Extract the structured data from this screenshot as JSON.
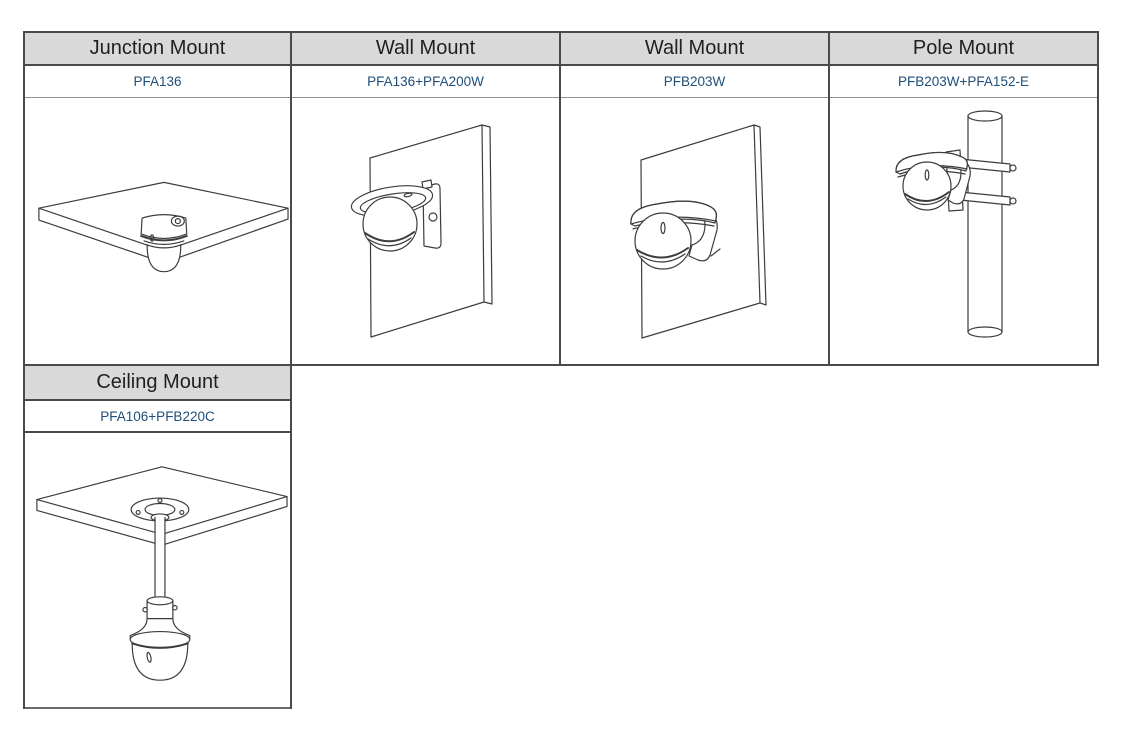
{
  "page": {
    "background": "#ffffff"
  },
  "table": {
    "header_bg": "#d9d9d9",
    "border_color": "#4a4a4a",
    "header_text_color": "#1f1f1f",
    "model_text_color": "#1f4e79",
    "cells": [
      {
        "header": "Junction Mount",
        "model": "PFA136",
        "diagram": "dome-camera-under-ceiling-panel"
      },
      {
        "header": "Wall Mount",
        "model": "PFA136+PFA200W",
        "diagram": "dome-camera-with-weather-shield-on-wall"
      },
      {
        "header": "Wall Mount",
        "model": "PFB203W",
        "diagram": "dome-camera-on-wall-bracket"
      },
      {
        "header": "Pole Mount",
        "model": "PFB203W+PFA152-E",
        "diagram": "dome-camera-bracket-strapped-to-pole"
      },
      {
        "header": "Ceiling Mount",
        "model": "PFA106+PFB220C",
        "diagram": "dome-camera-on-pendant-rod-under-ceiling-panel"
      }
    ]
  }
}
